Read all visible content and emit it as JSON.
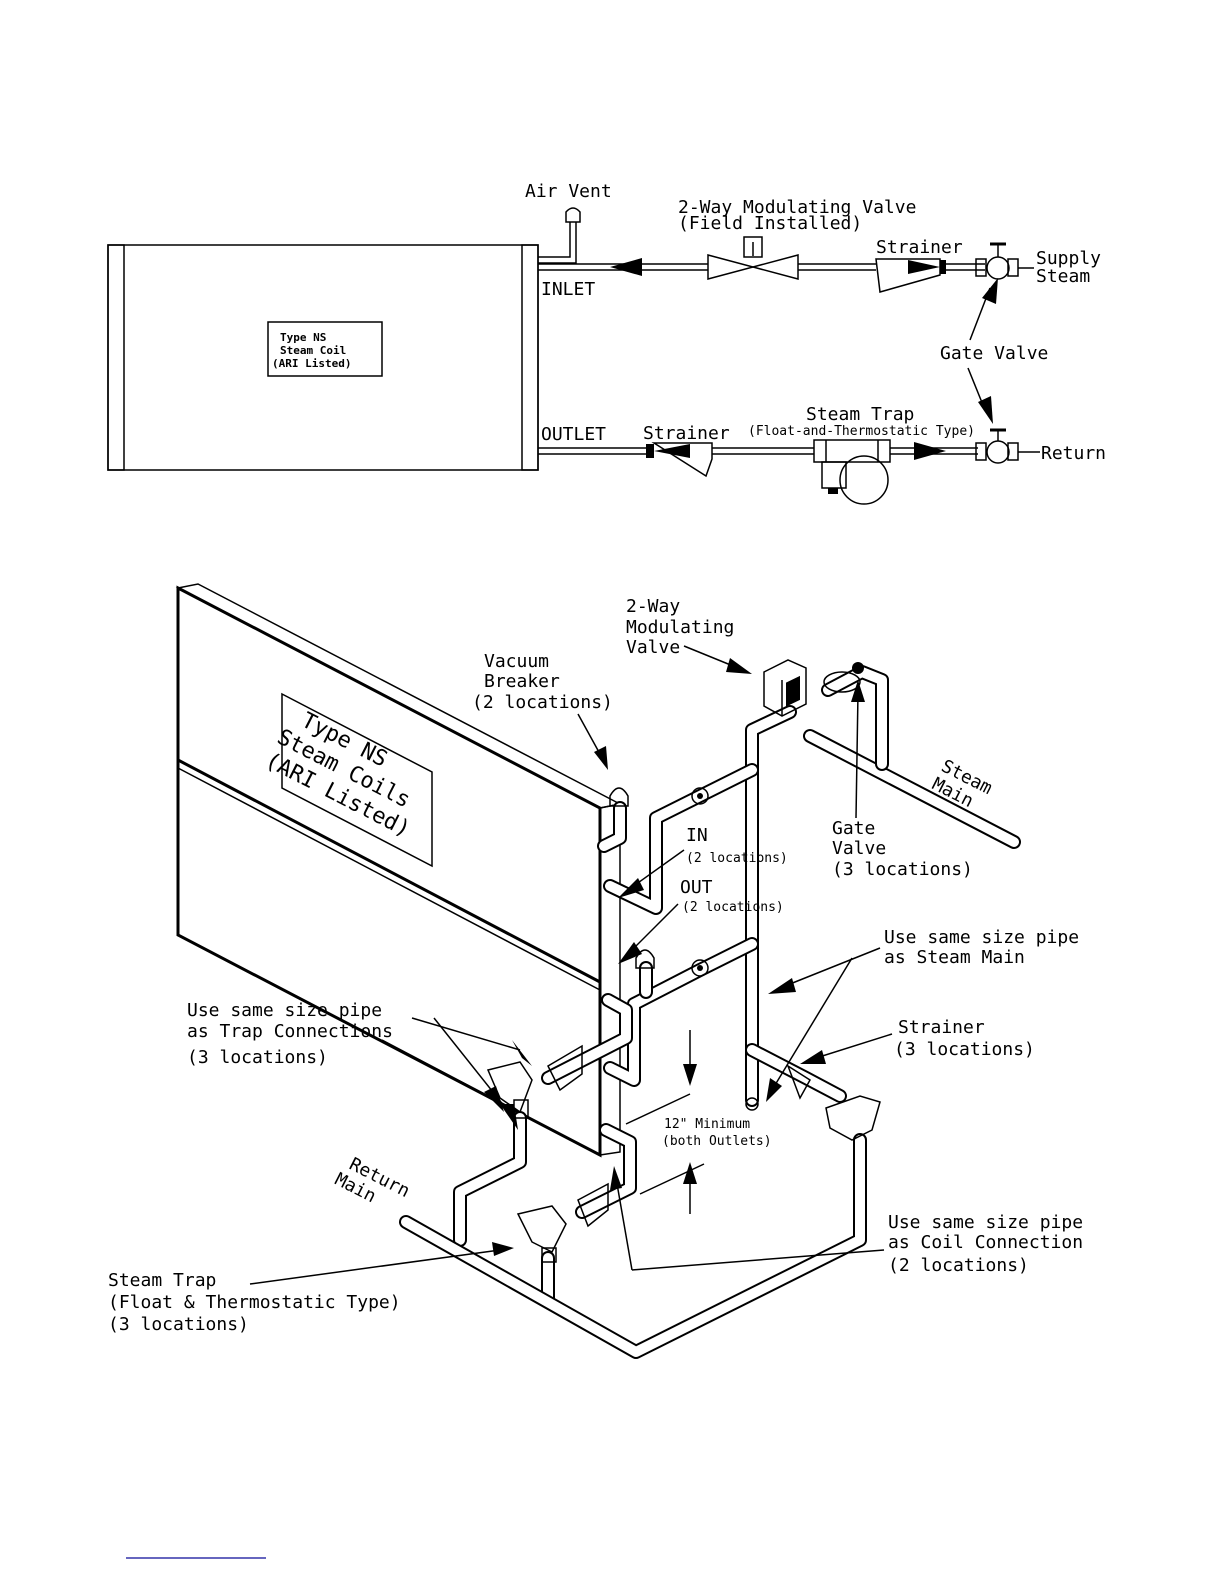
{
  "top_diagram": {
    "coil_label": [
      "Type NS",
      "Steam Coil",
      "(ARI Listed)"
    ],
    "air_vent": "Air Vent",
    "modulating_valve": [
      "2-Way Modulating Valve",
      "(Field Installed)"
    ],
    "strainer_top": "Strainer",
    "supply_steam": [
      "Supply",
      "Steam"
    ],
    "inlet": "INLET",
    "gate_valve": "Gate Valve",
    "outlet": "OUTLET",
    "strainer_bottom": "Strainer",
    "steam_trap": [
      "Steam Trap",
      "(Float-and-Thermostatic Type)"
    ],
    "return": "Return"
  },
  "iso_diagram": {
    "coil_label": [
      "Type NS",
      "Steam Coils",
      "(ARI Listed)"
    ],
    "modulating_valve": [
      "2-Way",
      "Modulating",
      "Valve"
    ],
    "vacuum_breaker": [
      "Vacuum",
      "Breaker",
      "(2 locations)"
    ],
    "in": [
      "IN",
      "(2 locations)"
    ],
    "out": [
      "OUT",
      "(2 locations)"
    ],
    "gate_valve": [
      "Gate",
      "Valve",
      "(3 locations)"
    ],
    "steam_main": [
      "Steam",
      "Main"
    ],
    "same_size_steam_main": [
      "Use same size pipe",
      "as Steam Main"
    ],
    "same_size_trap": [
      "Use same size pipe",
      "as Trap Connections",
      "(3 locations)"
    ],
    "strainer": [
      "Strainer",
      "(3 locations)"
    ],
    "minimum": [
      "12\" Minimum",
      "(both Outlets)"
    ],
    "return_main": [
      "Return",
      "Main"
    ],
    "same_size_coil": [
      "Use same size pipe",
      "as Coil Connection",
      "(2 locations)"
    ],
    "steam_trap": [
      "Steam Trap",
      "(Float & Thermostatic Type)",
      "(3 locations)"
    ]
  }
}
